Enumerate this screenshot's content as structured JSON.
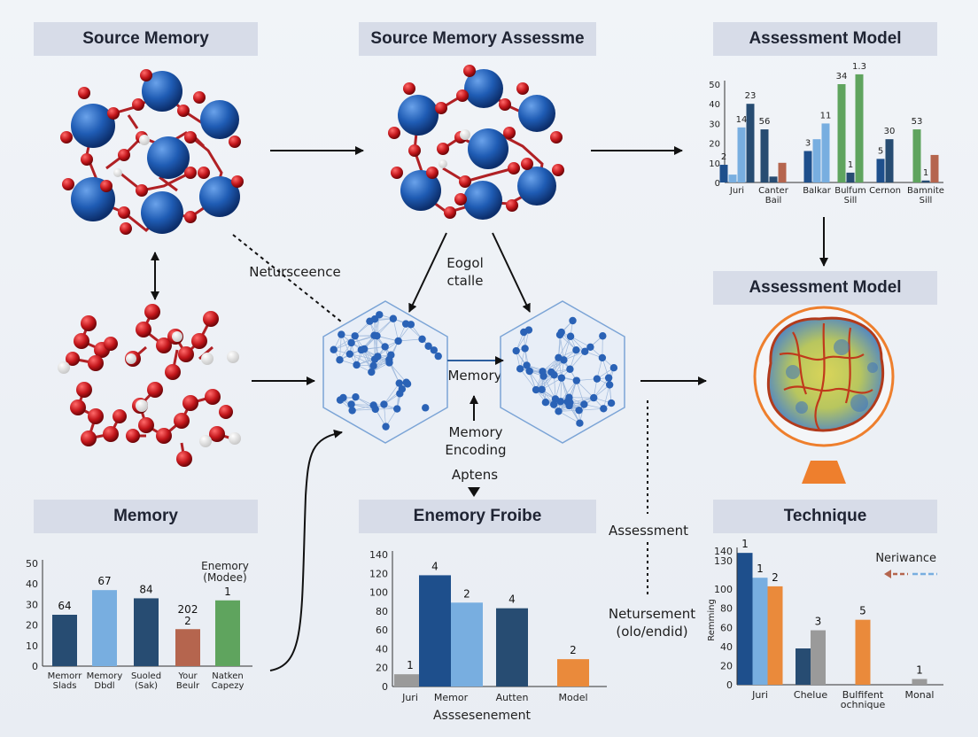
{
  "headers": {
    "source_memory": "Source Memory",
    "source_memory_assessment": "Source Memory Assessme",
    "assessment_model_top": "Assessment Model",
    "assessment_model_mid": "Assessment Model",
    "memory": "Memory",
    "enemory_froibe": "Enemory Froibe",
    "technique": "Technique"
  },
  "labels": {
    "neturscence": "Netursceence",
    "eogol_ctalle": "Eogol\nctalle",
    "memory_link": "Memory",
    "memory_encoding": "Memory\nEncoding",
    "aptens": "Aptens",
    "assessment": "Assessment",
    "netursement": "Netursement\n(olo/endid)"
  },
  "colors": {
    "header_bg": "#d7dce8",
    "atom_blue": "#1f5cb4",
    "atom_red": "#c3161b",
    "dark_blue": "#1e4f8c",
    "light_blue": "#78aee0",
    "navy": "#274c72",
    "green": "#5fa45e",
    "brown": "#b5654e",
    "orange": "#ea8a3b",
    "gray": "#9a9a9a"
  },
  "chart_data": [
    {
      "id": "assessment_model_chart",
      "type": "bar",
      "ylim": [
        0,
        50
      ],
      "yticks": [
        0,
        10,
        20,
        30,
        40,
        50
      ],
      "categories": [
        "Juri",
        "Canter\nBail",
        "Balkar",
        "Bulfum\nSill",
        "Cernon",
        "Bamnite\nSill"
      ],
      "bars": [
        {
          "group": 0,
          "value": 9,
          "color": "dark_blue",
          "label": "2"
        },
        {
          "group": 0,
          "value": 4,
          "color": "light_blue",
          "label": ""
        },
        {
          "group": 0,
          "value": 28,
          "color": "light_blue",
          "label": "14"
        },
        {
          "group": 0,
          "value": 40,
          "color": "navy",
          "label": "23"
        },
        {
          "group": 1,
          "value": 27,
          "color": "navy",
          "label": "56"
        },
        {
          "group": 1,
          "value": 3,
          "color": "navy",
          "label": ""
        },
        {
          "group": 1,
          "value": 10,
          "color": "brown",
          "label": ""
        },
        {
          "group": 2,
          "value": 16,
          "color": "dark_blue",
          "label": "3"
        },
        {
          "group": 2,
          "value": 22,
          "color": "light_blue",
          "label": ""
        },
        {
          "group": 2,
          "value": 30,
          "color": "light_blue",
          "label": "11"
        },
        {
          "group": 3,
          "value": 50,
          "color": "green",
          "label": "34"
        },
        {
          "group": 3,
          "value": 5,
          "color": "navy",
          "label": "1"
        },
        {
          "group": 3,
          "value": 55,
          "color": "green",
          "label": "1.3"
        },
        {
          "group": 4,
          "value": 12,
          "color": "dark_blue",
          "label": "5"
        },
        {
          "group": 4,
          "value": 22,
          "color": "navy",
          "label": "30"
        },
        {
          "group": 5,
          "value": 27,
          "color": "green",
          "label": "53"
        },
        {
          "group": 5,
          "value": 1,
          "color": "navy",
          "label": "1"
        },
        {
          "group": 5,
          "value": 14,
          "color": "brown",
          "label": ""
        }
      ]
    },
    {
      "id": "memory_chart",
      "type": "bar",
      "ylim": [
        0,
        50
      ],
      "yticks": [
        0,
        10,
        20,
        30,
        40,
        50
      ],
      "categories": [
        "Memorr\nSlads",
        "Memory\nDbdl",
        "Suoled\n(Sak)",
        "Your\nBeulr",
        "Natken\nCapezy"
      ],
      "bars": [
        {
          "group": 0,
          "value": 25,
          "color": "navy",
          "label": "64"
        },
        {
          "group": 1,
          "value": 37,
          "color": "light_blue",
          "label": "67"
        },
        {
          "group": 2,
          "value": 33,
          "color": "navy",
          "label": "84"
        },
        {
          "group": 3,
          "value": 18,
          "color": "brown",
          "label": "202\n2"
        },
        {
          "group": 4,
          "value": 32,
          "color": "green",
          "label": "1"
        }
      ],
      "legend": "Enemory\n(Modee)"
    },
    {
      "id": "enemory_froibe_chart",
      "type": "bar",
      "ylim": [
        0,
        140
      ],
      "yticks": [
        0,
        20,
        40,
        60,
        80,
        100,
        120,
        140
      ],
      "xlabel": "Asssesenement",
      "categories": [
        "Juri",
        "Memor",
        "Autten",
        "Model"
      ],
      "bars": [
        {
          "group": 0,
          "value": 13,
          "color": "gray",
          "label": "1"
        },
        {
          "group": 1,
          "value": 118,
          "color": "dark_blue",
          "label": "4"
        },
        {
          "group": 1,
          "value": 89,
          "color": "light_blue",
          "label": "2"
        },
        {
          "group": 2,
          "value": 83,
          "color": "navy",
          "label": "4"
        },
        {
          "group": 3,
          "value": 29,
          "color": "orange",
          "label": "2"
        }
      ]
    },
    {
      "id": "technique_chart",
      "type": "bar",
      "ylim": [
        0,
        140
      ],
      "yticks": [
        0,
        20,
        40,
        60,
        80,
        100,
        130,
        140
      ],
      "ylabel": "Remming",
      "categories": [
        "Juri",
        "Chelue",
        "Bulfifent\nochnique",
        "Monal"
      ],
      "legend": "Neriwance",
      "bars": [
        {
          "group": 0,
          "value": 138,
          "color": "dark_blue",
          "label": "1"
        },
        {
          "group": 0,
          "value": 112,
          "color": "light_blue",
          "label": "1"
        },
        {
          "group": 0,
          "value": 103,
          "color": "orange",
          "label": "2"
        },
        {
          "group": 1,
          "value": 38,
          "color": "navy",
          "label": ""
        },
        {
          "group": 1,
          "value": 57,
          "color": "gray",
          "label": "3"
        },
        {
          "group": 2,
          "value": 68,
          "color": "orange",
          "label": "5"
        },
        {
          "group": 3,
          "value": 6,
          "color": "gray",
          "label": "1"
        }
      ]
    }
  ]
}
